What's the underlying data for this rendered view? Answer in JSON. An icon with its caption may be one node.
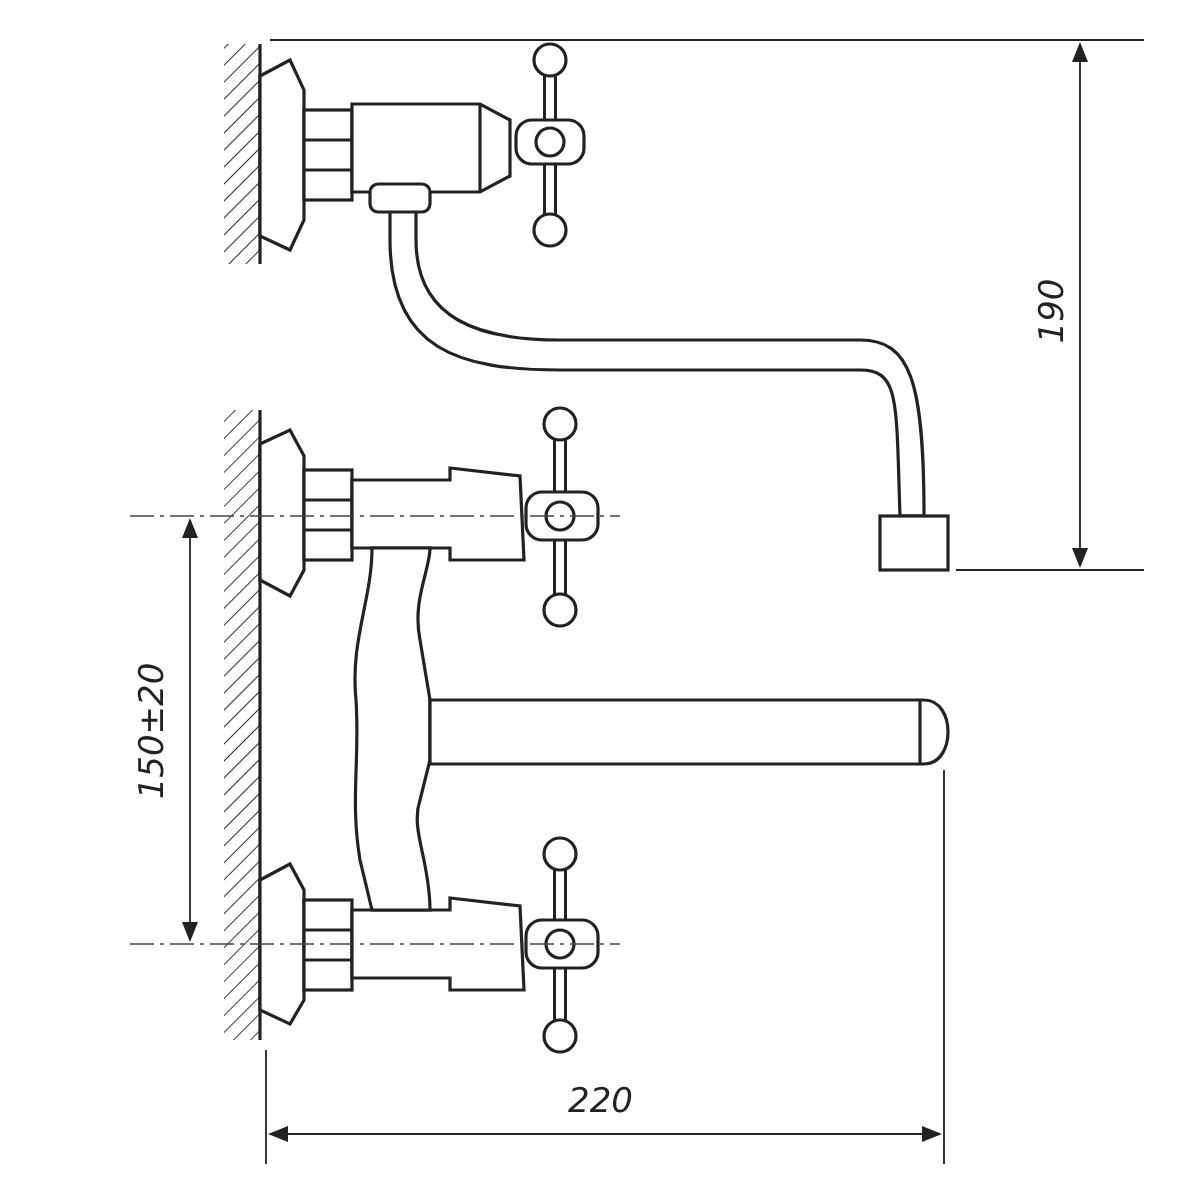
{
  "diagram": {
    "labels": [
      "190",
      "150±20",
      "220"
    ]
  }
}
